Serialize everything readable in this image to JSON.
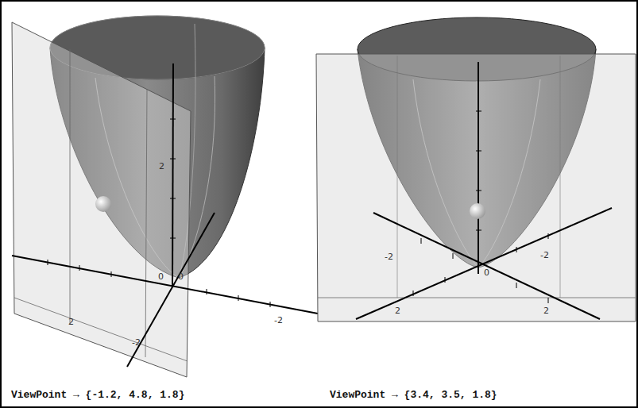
{
  "diagram": {
    "labels": [
      "2",
      "2",
      "0",
      "0",
      "-2",
      "-2",
      "-2",
      "-2",
      "0",
      "2",
      "2",
      "ViewPoint → {-1.2, 4.8, 1.8}",
      "ViewPoint → {3.4, 3.5, 1.8}"
    ]
  }
}
